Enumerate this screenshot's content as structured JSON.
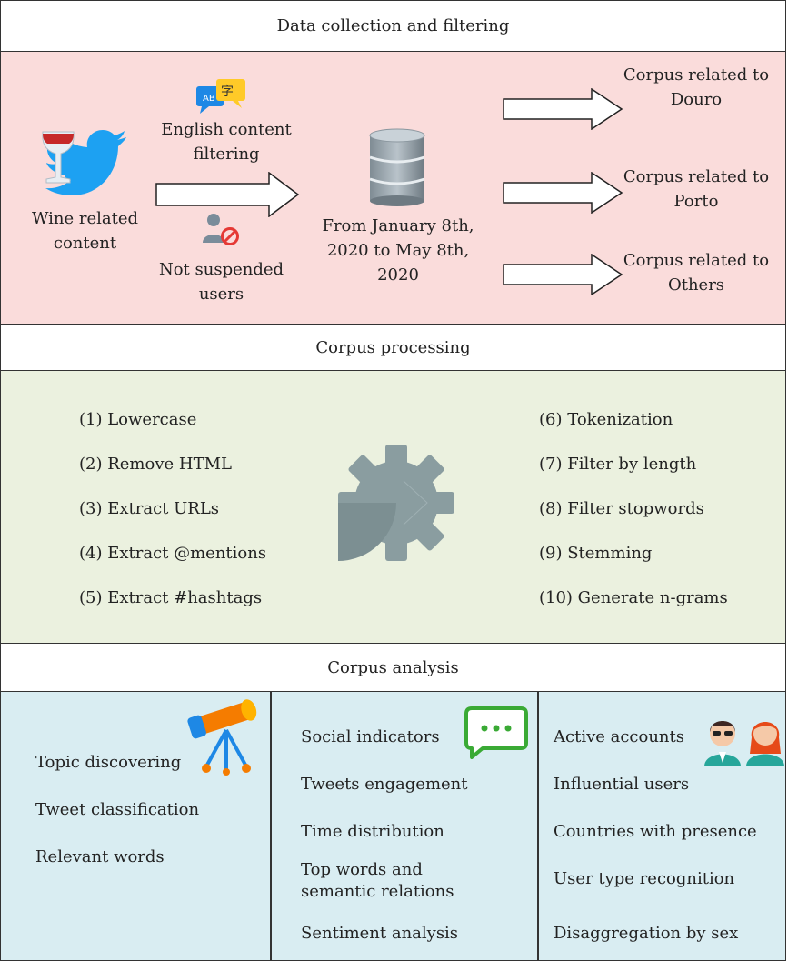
{
  "sections": {
    "collection": {
      "title": "Data collection and filtering",
      "source_label": "Wine related content",
      "filter1": "English content filtering",
      "filter2": "Not suspended users",
      "period": "From January 8th, 2020 to May 8th, 2020",
      "outputs": [
        "Corpus related to Douro",
        "Corpus related to Porto",
        "Corpus related to Others"
      ],
      "icons": [
        "wine-glass-icon",
        "twitter-bird-icon",
        "translate-icon",
        "suspended-user-icon",
        "database-icon"
      ],
      "colors": {
        "background": "#fadcdb",
        "twitter": "#1da1f2",
        "wine": "#c62828"
      }
    },
    "processing": {
      "title": "Corpus processing",
      "left_steps": [
        "(1) Lowercase",
        "(2) Remove HTML",
        "(3) Extract URLs",
        "(4) Extract @mentions",
        "(5) Extract #hashtags"
      ],
      "right_steps": [
        "(6) Tokenization",
        "(7) Filter by length",
        "(8) Filter stopwords",
        "(9) Stemming",
        "(10) Generate n-grams"
      ],
      "icons": [
        "gear-icon"
      ],
      "colors": {
        "background": "#ebf1df",
        "gear": "#8a9da0"
      }
    },
    "analysis": {
      "title": "Corpus analysis",
      "col1": [
        "Topic discovering",
        "Tweet classification",
        "Relevant words"
      ],
      "col2": [
        "Social indicators",
        "Tweets engagement",
        "Time distribution",
        "Top words and semantic relations",
        "Sentiment analysis"
      ],
      "col3": [
        "Active accounts",
        "Influential users",
        "Countries with presence",
        "User type recognition",
        "Disaggregation by sex"
      ],
      "icons": [
        "telescope-icon",
        "chat-bubble-icon",
        "users-icon"
      ],
      "colors": {
        "background": "#d9edf2",
        "chat": "#3aaa35",
        "telescope": "#1e88e5"
      }
    }
  }
}
